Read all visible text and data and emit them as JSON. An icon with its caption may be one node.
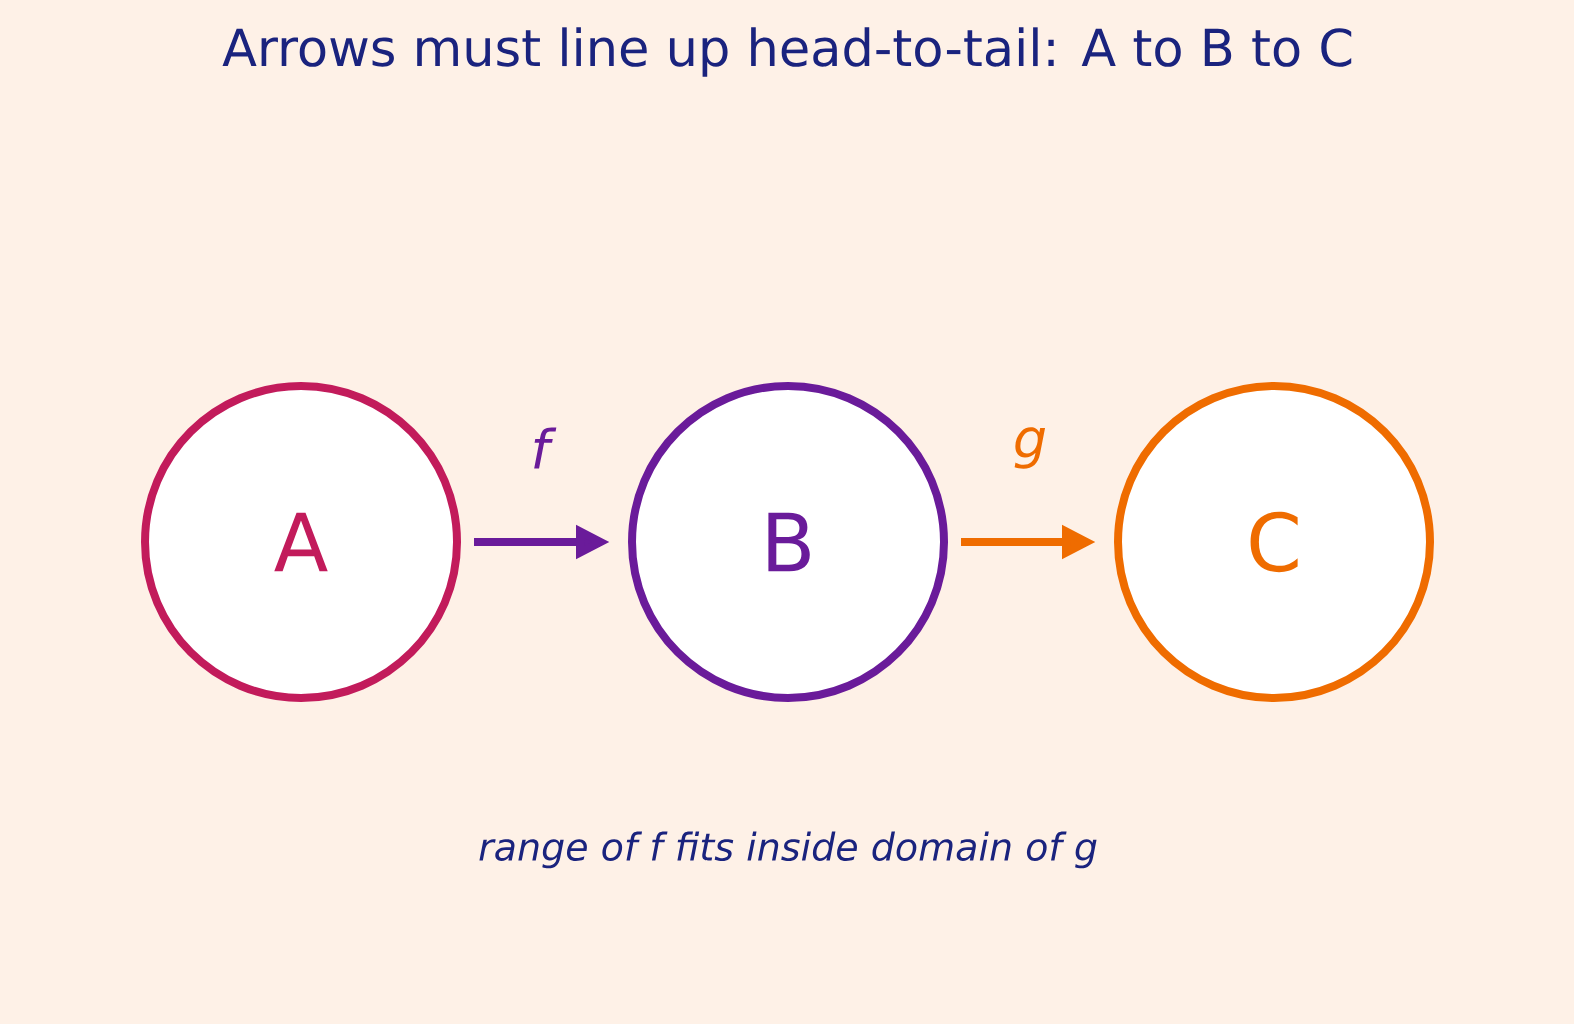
{
  "diagram": {
    "title": "Arrows must line up head-to-tail: A to B to C",
    "nodes": [
      {
        "text": [
          "A"
        ]
      },
      {
        "text": [
          "B"
        ]
      },
      {
        "text": [
          "C"
        ]
      }
    ],
    "edges": [
      {
        "from": 0,
        "to": 1,
        "arrow": "to",
        "label": "f",
        "color": "#6a1b9a"
      },
      {
        "from": 1,
        "to": 2,
        "arrow": "to",
        "label": "g",
        "color": "#ef6c00"
      }
    ],
    "labels": [
      "range of f fits inside domain of g"
    ]
  }
}
